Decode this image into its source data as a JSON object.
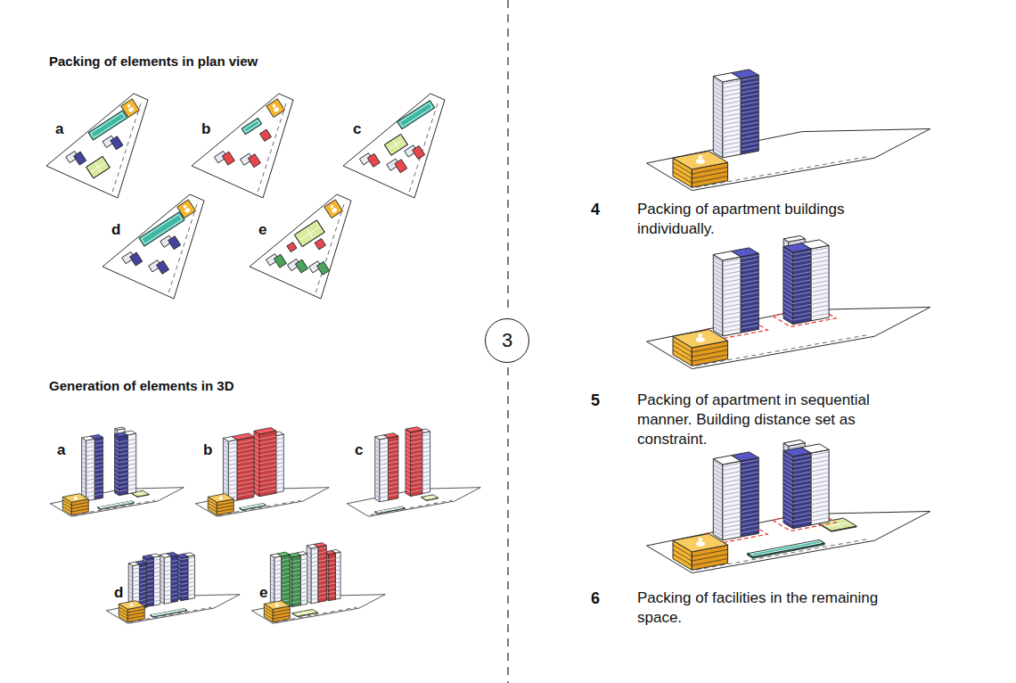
{
  "diagram": {
    "nodes": [
      {
        "text": [
          "3"
        ]
      }
    ],
    "labels": [
      "Packing of elements in plan view",
      "a",
      "b",
      "c",
      "d",
      "e",
      "Generation of elements in 3D",
      "a",
      "b",
      "c",
      "d",
      "e",
      "4",
      "Packing of apartment buildings individually.",
      "5",
      "Packing of apartment in sequential manner. Building distance set as constraint.",
      "6",
      "Packing of facilities in the remaining space."
    ]
  }
}
